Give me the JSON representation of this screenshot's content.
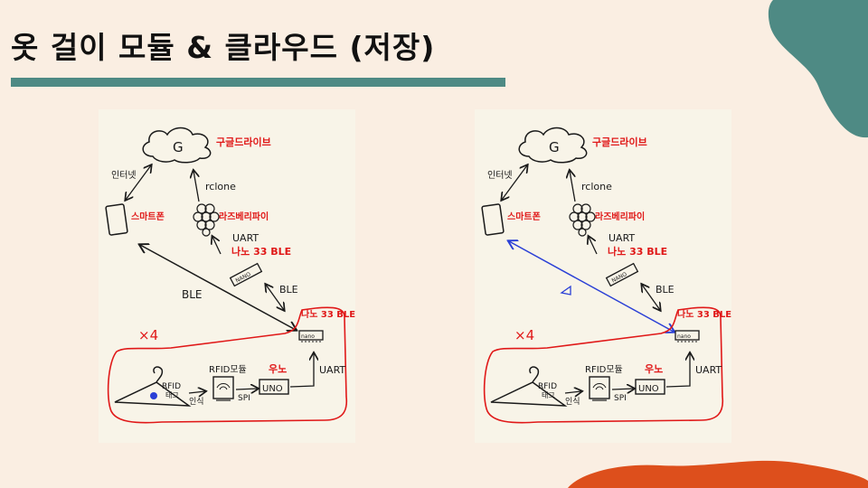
{
  "slide": {
    "title": "옷 걸이 모듈 & 클라우드 (저장)"
  },
  "colors": {
    "background": "#faeee2",
    "accent_teal": "#4e8a84",
    "accent_orange": "#dd4f1c",
    "ink": "#1a1a1a",
    "label_red": "#e01818",
    "link_blue": "#2a3fd6"
  },
  "diagram": {
    "cloud_letter": "G",
    "google_drive": "구글드라이브",
    "internet": "인터넷",
    "rclone": "rclone",
    "smartphone": "스마트폰",
    "raspberry_pi": "라즈베리파이",
    "uart_top": "UART",
    "nano_top": "나노 33 BLE",
    "ble_left": "BLE",
    "ble_right": "BLE",
    "nano_bottom": "나노 33 BLE",
    "times_four": "×4",
    "rfid_module": "RFID모듈",
    "uno_label": "우노",
    "uno_board": "UNO",
    "uart_bottom": "UART",
    "rfid_tag_line1": "RFID",
    "rfid_tag_line2": "태그",
    "recognize": "인식",
    "spi": "SPI",
    "nano_chip": "NANO",
    "nano_chip2": "nano"
  }
}
